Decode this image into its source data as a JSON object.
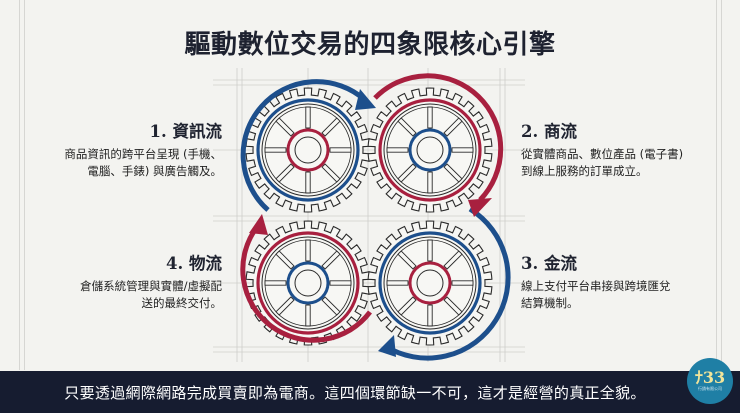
{
  "title": "驅動數位交易的四象限核心引擎",
  "quadrants": [
    {
      "id": 1,
      "heading": "1. 資訊流",
      "desc_lines": [
        "商品資訊的跨平台呈現 (手機、",
        "電腦、手錶) 與廣告觸及。"
      ],
      "position": "top-left"
    },
    {
      "id": 2,
      "heading": "2. 商流",
      "desc_lines": [
        "從實體商品、數位產品 (電子書)",
        "到線上服務的訂單成立。"
      ],
      "position": "top-right"
    },
    {
      "id": 3,
      "heading": "3. 金流",
      "desc_lines": [
        "線上支付平台串接與跨境匯兌",
        "結算機制。"
      ],
      "position": "bottom-right"
    },
    {
      "id": 4,
      "heading": "4. 物流",
      "desc_lines": [
        "倉儲系統管理與實體/虛擬配",
        "送的最終交付。"
      ],
      "position": "bottom-left"
    }
  ],
  "gears": [
    {
      "position": "top-left",
      "outer_ring": "blue",
      "inner_ring": "red",
      "arrow": "blue",
      "arrow_direction": "clockwise"
    },
    {
      "position": "top-right",
      "outer_ring": "red",
      "inner_ring": "blue",
      "arrow": "red",
      "arrow_direction": "clockwise"
    },
    {
      "position": "bottom-right",
      "outer_ring": "blue",
      "inner_ring": "red",
      "arrow": "blue",
      "arrow_direction": "clockwise"
    },
    {
      "position": "bottom-left",
      "outer_ring": "red",
      "inner_ring": "blue",
      "arrow": "red",
      "arrow_direction": "clockwise"
    }
  ],
  "footer": {
    "text": "只要透過網際網路完成買賣即為電商。這四個環節缺一不可，這才是經營的真正全貌。"
  },
  "logo": {
    "mark": "𝕊𝕊",
    "sub": "行銷有限公司"
  },
  "colors": {
    "background": "#f3f3f0",
    "blue": "#1d4f8c",
    "red": "#a8203f",
    "footer_bg": "#161c30",
    "logo_bg": "#1f7fa5",
    "gear_line": "#2a2a2a"
  }
}
